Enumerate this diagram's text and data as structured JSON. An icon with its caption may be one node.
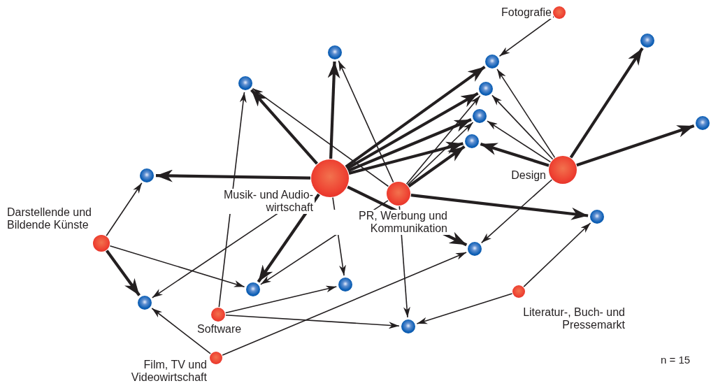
{
  "diagram": {
    "nodes": [
      {
        "text": [
          "Fotografie"
        ]
      },
      {
        "text": [],
        "shape": "circle"
      },
      {
        "text": [],
        "shape": "circle"
      },
      {
        "text": [],
        "shape": "circle"
      },
      {
        "text": [],
        "shape": "circle"
      },
      {
        "text": [],
        "shape": "circle"
      },
      {
        "text": [],
        "shape": "circle"
      },
      {
        "text": [],
        "shape": "circle"
      },
      {
        "text": [],
        "shape": "circle"
      },
      {
        "text": [
          "Design"
        ]
      },
      {
        "text": [],
        "shape": "circle"
      },
      {
        "text": [
          "Musik- und Audio- wirtschaft"
        ]
      },
      {
        "text": [
          "PR, Werbung und Kommunikation"
        ]
      },
      {
        "text": [],
        "shape": "circle"
      },
      {
        "text": [
          "Darstellende und Bildende Künste"
        ]
      },
      {
        "text": [],
        "shape": "circle"
      },
      {
        "text": [],
        "shape": "circle"
      },
      {
        "text": [],
        "shape": "circle"
      },
      {
        "text": [
          "Literatur-, Buch- und Pressemarkt"
        ]
      },
      {
        "text": [],
        "shape": "circle"
      },
      {
        "text": [
          "Software"
        ]
      },
      {
        "text": [],
        "shape": "circle"
      },
      {
        "text": [
          "Film, TV und Videowirtschaft"
        ]
      }
    ],
    "edges": [
      {
        "from": 0,
        "to": 3,
        "arrow": "to"
      },
      {
        "from": 11,
        "to": 10,
        "arrow": "to",
        "style": "thick"
      },
      {
        "from": 11,
        "to": 4,
        "arrow": "to",
        "style": "thick"
      },
      {
        "from": 11,
        "to": 2,
        "arrow": "to",
        "style": "thick"
      },
      {
        "from": 12,
        "to": 4,
        "arrow": "to"
      },
      {
        "from": 12,
        "to": 2,
        "arrow": "to"
      },
      {
        "from": 11,
        "to": 3,
        "arrow": "to",
        "style": "thick"
      },
      {
        "from": 11,
        "to": 5,
        "arrow": "to",
        "style": "thick"
      },
      {
        "from": 11,
        "to": 6,
        "arrow": "to",
        "style": "thick"
      },
      {
        "from": 11,
        "to": 8,
        "arrow": "to",
        "style": "thick"
      },
      {
        "from": 12,
        "to": 5,
        "arrow": "to"
      },
      {
        "from": 12,
        "to": 6,
        "arrow": "to"
      },
      {
        "from": 12,
        "to": 8,
        "arrow": "to",
        "style": "thick"
      },
      {
        "from": 9,
        "to": 3,
        "arrow": "to"
      },
      {
        "from": 9,
        "to": 5,
        "arrow": "to"
      },
      {
        "from": 9,
        "to": 6,
        "arrow": "to"
      },
      {
        "from": 9,
        "to": 8,
        "arrow": "to",
        "style": "thick"
      },
      {
        "from": 9,
        "to": 1,
        "arrow": "to",
        "style": "thick"
      },
      {
        "from": 9,
        "to": 7,
        "arrow": "to",
        "style": "thick"
      },
      {
        "from": 9,
        "to": 15,
        "arrow": "to"
      },
      {
        "from": 12,
        "to": 13,
        "arrow": "to",
        "style": "thick"
      },
      {
        "from": 11,
        "to": 15,
        "arrow": "to",
        "style": "thick"
      },
      {
        "from": 12,
        "to": 17,
        "arrow": "to"
      },
      {
        "from": 11,
        "to": 17,
        "arrow": "to",
        "style": "thick"
      },
      {
        "from": 11,
        "to": 16,
        "arrow": "to"
      },
      {
        "from": 11,
        "to": 19,
        "arrow": "to"
      },
      {
        "from": 20,
        "to": 4,
        "arrow": "to"
      },
      {
        "from": 20,
        "to": 16,
        "arrow": "to"
      },
      {
        "from": 20,
        "to": 21,
        "arrow": "to"
      },
      {
        "from": 12,
        "to": 21,
        "arrow": "to"
      },
      {
        "from": 22,
        "to": 19,
        "arrow": "to"
      },
      {
        "from": 22,
        "to": 15,
        "arrow": "to"
      },
      {
        "from": 18,
        "to": 21,
        "arrow": "to"
      },
      {
        "from": 18,
        "to": 13,
        "arrow": "to"
      },
      {
        "from": 14,
        "to": 10,
        "arrow": "to"
      },
      {
        "from": 14,
        "to": 19,
        "arrow": "to",
        "style": "thick"
      },
      {
        "from": 14,
        "to": 17,
        "arrow": "to"
      }
    ],
    "labels": [
      "n = 15"
    ]
  }
}
